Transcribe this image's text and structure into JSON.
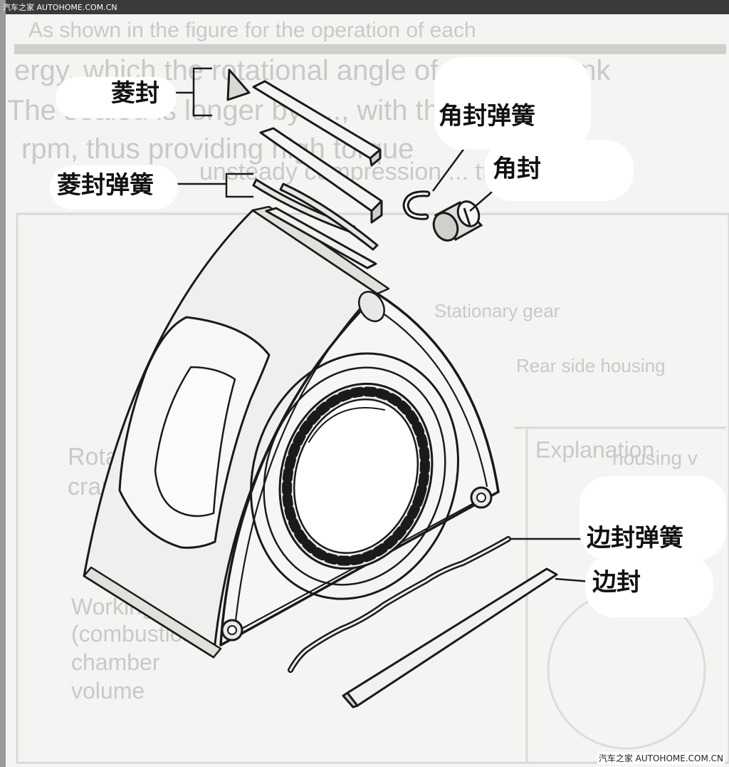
{
  "diagram": {
    "labels": {
      "apex_seal": "菱封",
      "apex_seal_spring": "菱封弹簧",
      "corner_seal_spring": "角封弹簧",
      "corner_seal": "角封",
      "side_seal_spring": "边封弹簧",
      "side_seal": "边封"
    },
    "background_text": {
      "line1": "As shown in the figure for the operation of each",
      "line2": "ergy, which the rotational angle of the CE crank",
      "line3": "The sealed is longer by ...., with the",
      "line4": "rpm, thus providing high torque",
      "line5": "unsteady compression ... ttt of b",
      "stationary": "Stationary gear",
      "rear_housing": "Rear side housing",
      "rotary_engine": "Rotary engine",
      "crank_shaft": "crank shaft",
      "explanation": "Explanation",
      "working": "Working",
      "combustion": "(combustion)",
      "chamber": "chamber",
      "volume": "volume",
      "housing": "housing v"
    },
    "watermarks": {
      "top": "汽车之家 AUTOHOME.COM.CN",
      "bottom": "汽车之家 AUTOHOME.COM.CN"
    }
  }
}
